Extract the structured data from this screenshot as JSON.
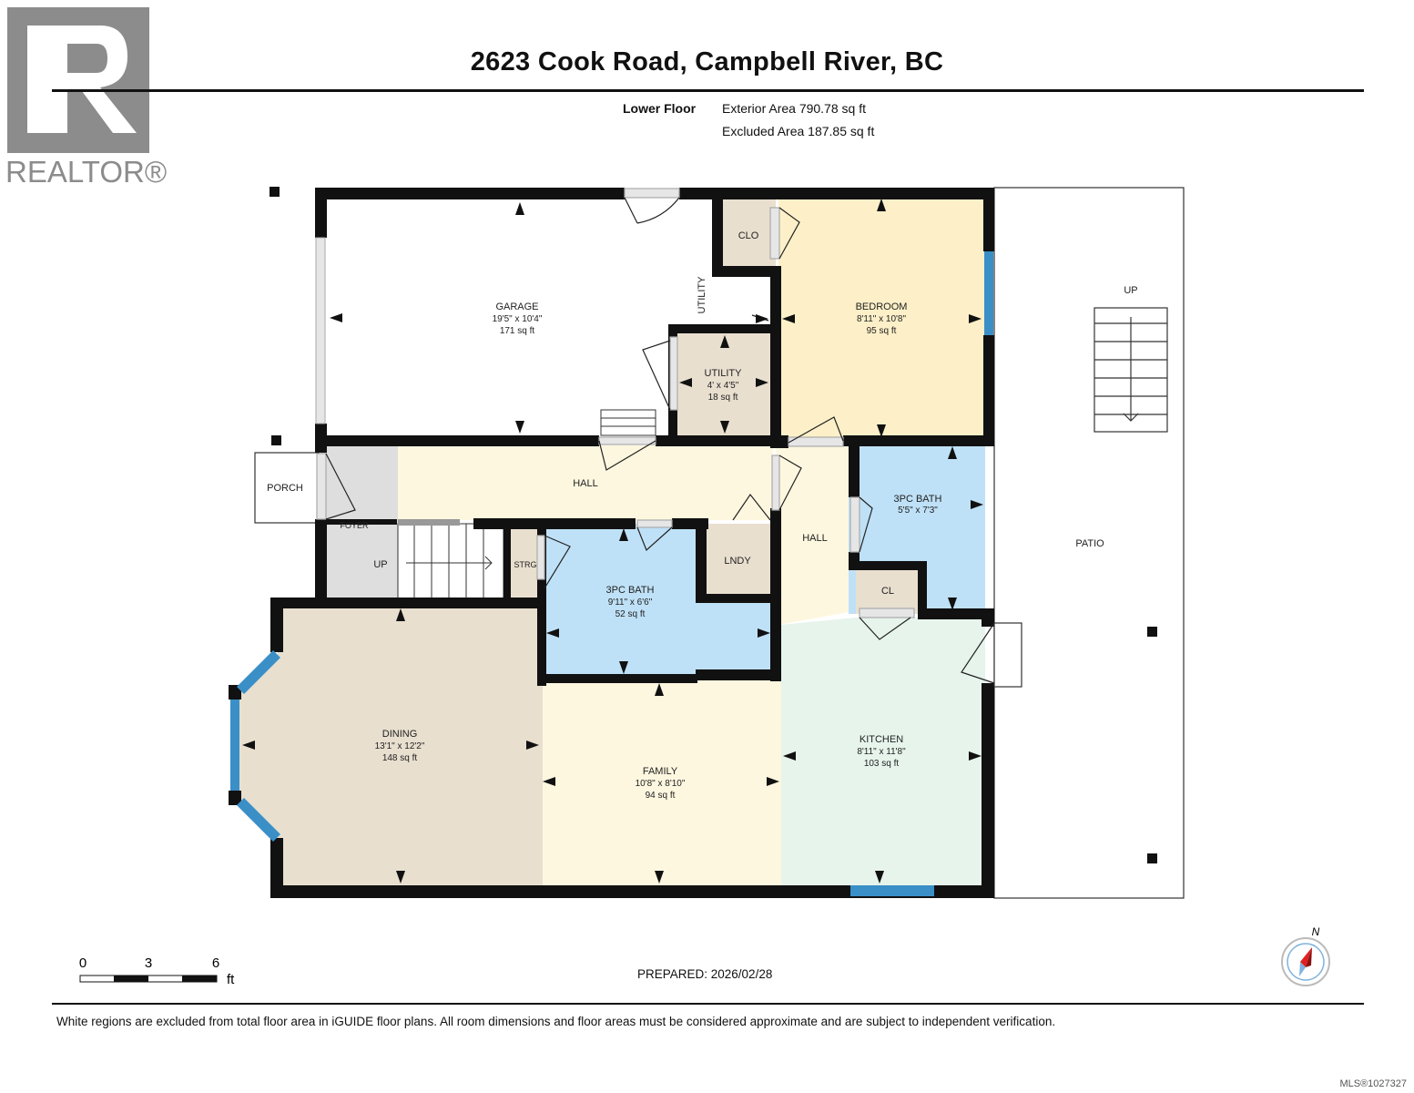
{
  "logo": {
    "brand": "REALTOR®"
  },
  "header": {
    "title": "2623 Cook Road, Campbell River, BC",
    "floor_label": "Lower Floor",
    "exterior_area": "Exterior Area 790.78 sq ft",
    "excluded_area": "Excluded Area 187.85 sq ft"
  },
  "rooms": {
    "garage": {
      "name": "GARAGE",
      "dims": "19'5\" x 10'4\"",
      "area": "171 sq ft"
    },
    "bedroom": {
      "name": "BEDROOM",
      "dims": "8'11\" x 10'8\"",
      "area": "95 sq ft"
    },
    "utility_room": {
      "name": "UTILITY",
      "dims": "4' x 4'5\"",
      "area": "18 sq ft"
    },
    "utility_vertical": "UTILITY",
    "clo": "CLO",
    "porch": "PORCH",
    "foyer": "FOYER",
    "hall_main": "HALL",
    "hall_side": "HALL",
    "stairs_up": "UP",
    "strg": "STRG",
    "bath_main": {
      "name": "3PC BATH",
      "dims": "9'11\" x 6'6\"",
      "area": "52 sq ft"
    },
    "bath_ensuite": {
      "name": "3PC BATH",
      "dims": "5'5\" x 7'3\""
    },
    "lndy": "LNDY",
    "cl": "CL",
    "dining": {
      "name": "DINING",
      "dims": "13'1\" x 12'2\"",
      "area": "148 sq ft"
    },
    "family": {
      "name": "FAMILY",
      "dims": "10'8\" x 8'10\"",
      "area": "94 sq ft"
    },
    "kitchen": {
      "name": "KITCHEN",
      "dims": "8'11\" x 11'8\"",
      "area": "103 sq ft"
    },
    "patio": "PATIO",
    "patio_up": "UP"
  },
  "scale": {
    "t0": "0",
    "t3": "3",
    "t6": "6",
    "unit": "ft"
  },
  "compass": {
    "north": "N"
  },
  "prepared": "PREPARED: 2026/02/28",
  "disclaimer": "White regions are excluded from total floor area in iGUIDE floor plans. All room dimensions and floor areas must be considered approximate and are subject to independent verification.",
  "mls": "MLS®1027327",
  "colors": {
    "bedroom": "#fdf0c8",
    "utility": "#e9dfcf",
    "hall": "#fdf7df",
    "foyer": "#dedede",
    "bath": "#bfe1f7",
    "dining": "#e8dfcf",
    "family": "#fdf7df",
    "kitchen": "#e6f4ec",
    "window": "#3a8fc7",
    "wall": "#111111"
  }
}
